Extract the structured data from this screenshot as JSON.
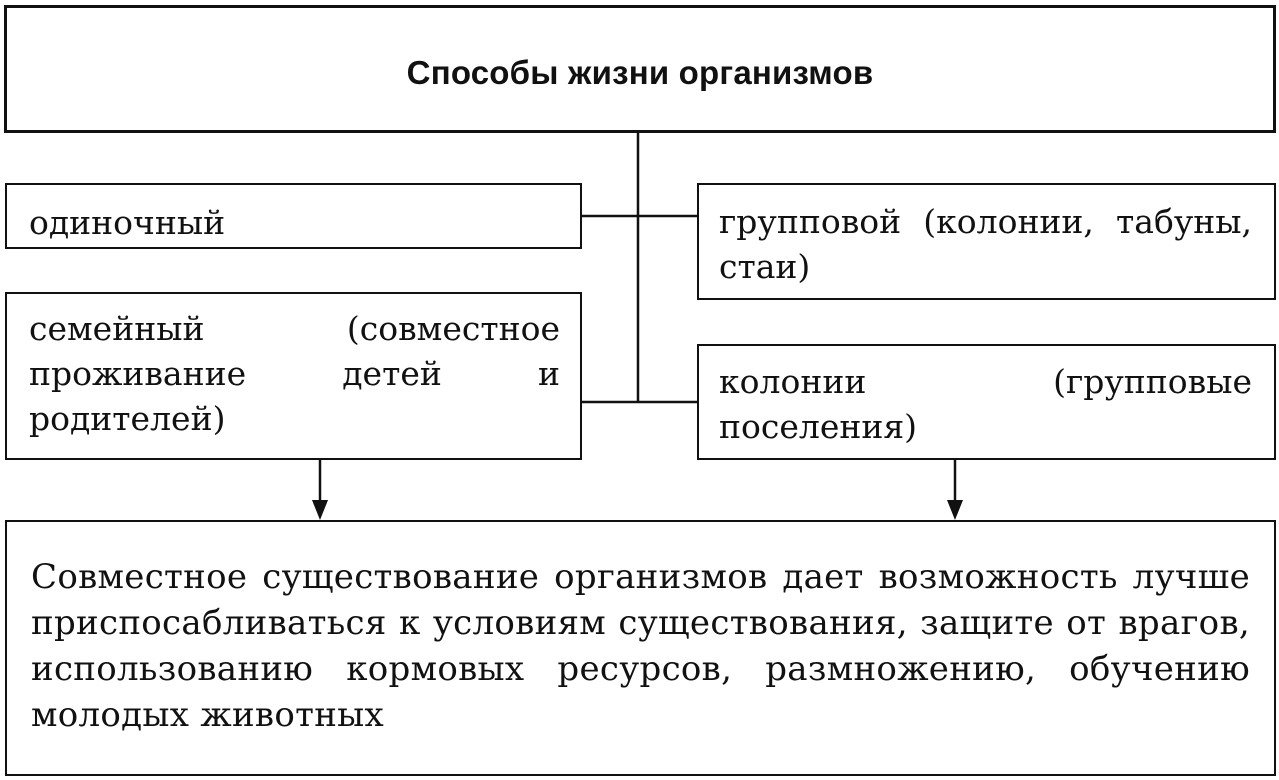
{
  "diagram": {
    "title": "Способы жизни организмов",
    "nodes": {
      "single": "одиночный",
      "group": "групповой (колонии, табуны, стаи)",
      "family": "семейный (совместное проживание детей и родителей)",
      "colony": "колонии (групповые поселения)",
      "result": "Совместное существование организмов дает возможность лучше приспосабливаться к условиям существования, защите от врагов, использованию кормовых ресурсов, размножению, обучению молодых животных"
    },
    "line_color": "#111111"
  }
}
